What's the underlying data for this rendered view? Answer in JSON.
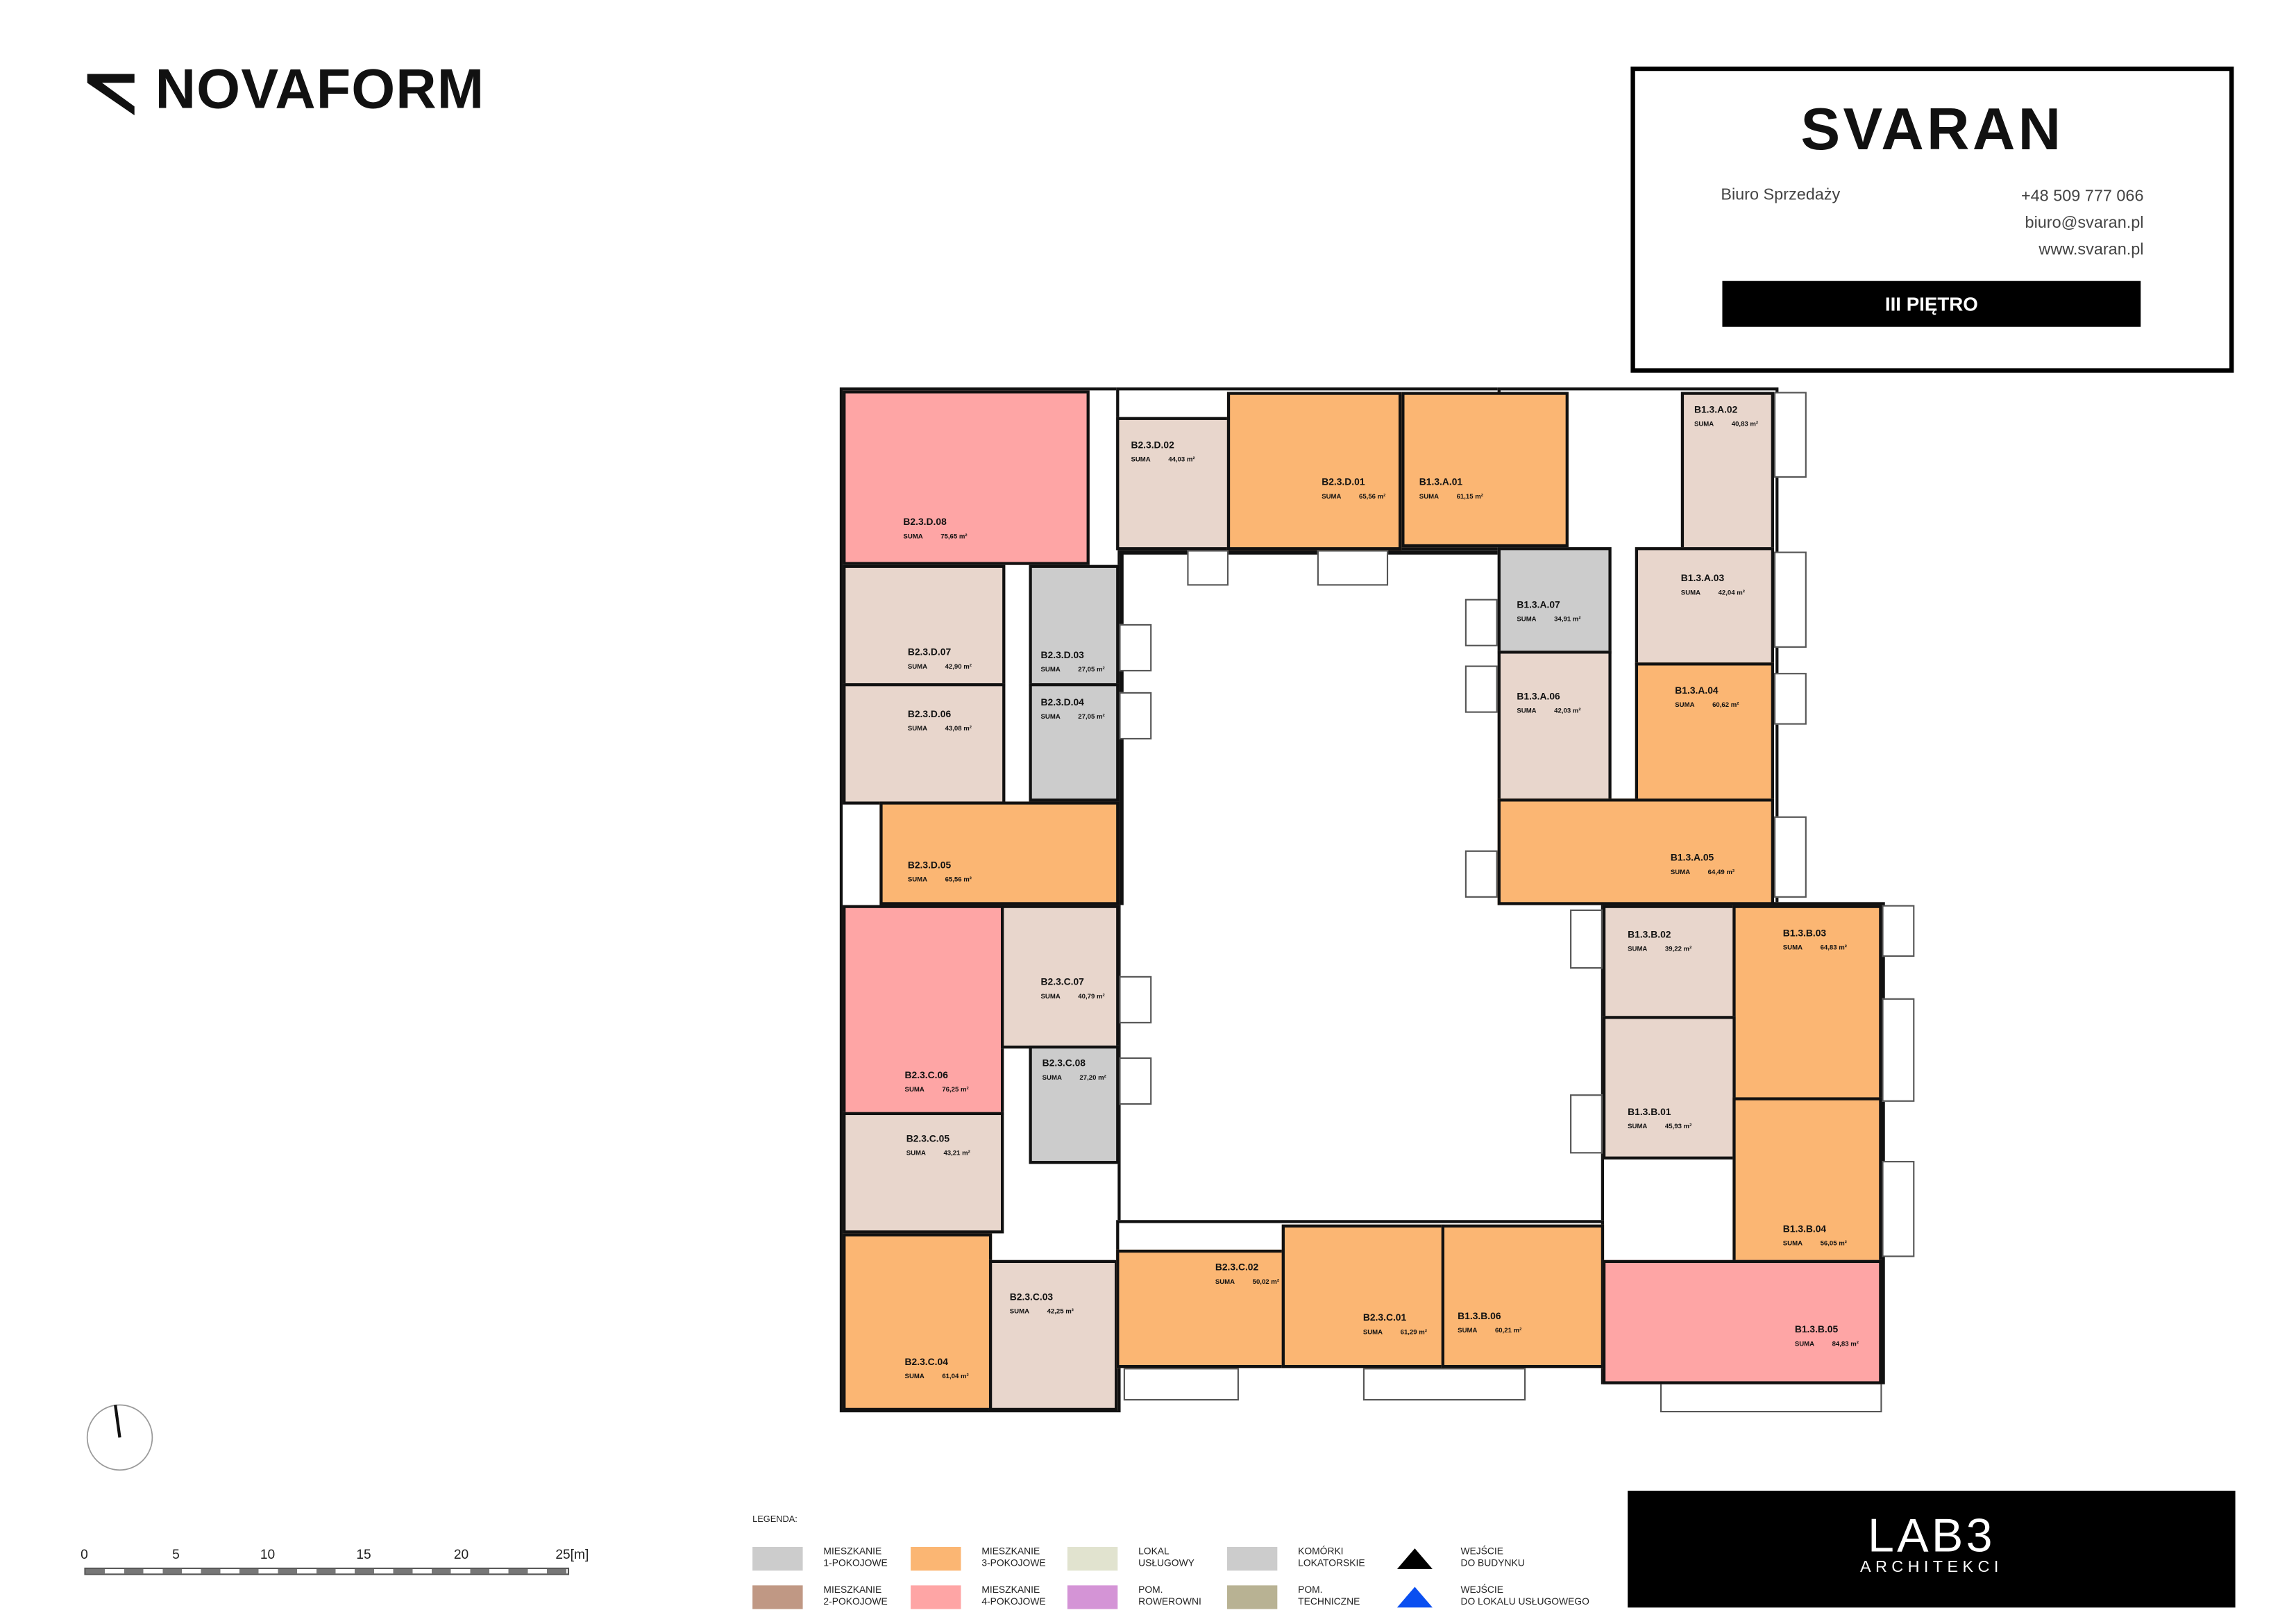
{
  "brand": {
    "developer": "NOVAFORM",
    "project": "SVARAN",
    "architect_main": "LAB3",
    "architect_sub": "ARCHITEKCI"
  },
  "contact": {
    "office": "Biuro Sprzedaży",
    "phone": "+48 509 777 066",
    "email": "biuro@svaran.pl",
    "website": "www.svaran.pl"
  },
  "floor_label": "III PIĘTRO",
  "sum_label": "SUMA",
  "apartments": [
    {
      "id": "B2.3.D.08",
      "area": "75,65 m²",
      "type": "4-pokojowe"
    },
    {
      "id": "B2.3.D.02",
      "area": "44,03 m²",
      "type": "2-pokojowe"
    },
    {
      "id": "B2.3.D.01",
      "area": "65,56 m²",
      "type": "3-pokojowe"
    },
    {
      "id": "B1.3.A.01",
      "area": "61,15 m²",
      "type": "3-pokojowe"
    },
    {
      "id": "B1.3.A.02",
      "area": "40,83 m²",
      "type": "2-pokojowe"
    },
    {
      "id": "B2.3.D.07",
      "area": "42,90 m²",
      "type": "2-pokojowe"
    },
    {
      "id": "B2.3.D.06",
      "area": "43,08 m²",
      "type": "2-pokojowe"
    },
    {
      "id": "B2.3.D.03",
      "area": "27,05 m²",
      "type": "1-pokojowe"
    },
    {
      "id": "B2.3.D.04",
      "area": "27,05 m²",
      "type": "1-pokojowe"
    },
    {
      "id": "B1.3.A.07",
      "area": "34,91 m²",
      "type": "1-pokojowe"
    },
    {
      "id": "B1.3.A.03",
      "area": "42,04 m²",
      "type": "2-pokojowe"
    },
    {
      "id": "B1.3.A.06",
      "area": "42,03 m²",
      "type": "2-pokojowe"
    },
    {
      "id": "B1.3.A.04",
      "area": "60,62 m²",
      "type": "3-pokojowe"
    },
    {
      "id": "B2.3.D.05",
      "area": "65,56 m²",
      "type": "3-pokojowe"
    },
    {
      "id": "B1.3.A.05",
      "area": "64,49 m²",
      "type": "3-pokojowe"
    },
    {
      "id": "B2.3.C.06",
      "area": "76,25 m²",
      "type": "4-pokojowe"
    },
    {
      "id": "B2.3.C.07",
      "area": "40,79 m²",
      "type": "2-pokojowe"
    },
    {
      "id": "B2.3.C.08",
      "area": "27,20 m²",
      "type": "1-pokojowe"
    },
    {
      "id": "B2.3.C.05",
      "area": "43,21 m²",
      "type": "2-pokojowe"
    },
    {
      "id": "B1.3.B.02",
      "area": "39,22 m²",
      "type": "2-pokojowe"
    },
    {
      "id": "B1.3.B.03",
      "area": "64,83 m²",
      "type": "3-pokojowe"
    },
    {
      "id": "B1.3.B.01",
      "area": "45,93 m²",
      "type": "2-pokojowe"
    },
    {
      "id": "B1.3.B.04",
      "area": "56,05 m²",
      "type": "3-pokojowe"
    },
    {
      "id": "B2.3.C.04",
      "area": "61,04 m²",
      "type": "3-pokojowe"
    },
    {
      "id": "B2.3.C.03",
      "area": "42,25 m²",
      "type": "2-pokojowe"
    },
    {
      "id": "B2.3.C.02",
      "area": "50,02 m²",
      "type": "3-pokojowe"
    },
    {
      "id": "B2.3.C.01",
      "area": "61,29 m²",
      "type": "3-pokojowe"
    },
    {
      "id": "B1.3.B.06",
      "area": "60,21 m²",
      "type": "3-pokojowe"
    },
    {
      "id": "B1.3.B.05",
      "area": "84,83 m²",
      "type": "4-pokojowe"
    }
  ],
  "legend": {
    "title": "LEGENDA:",
    "items": [
      {
        "line1": "MIESZKANIE",
        "line2": "1-POKOJOWE",
        "color": "#cccccc"
      },
      {
        "line1": "MIESZKANIE",
        "line2": "2-POKOJOWE",
        "color": "#c09884"
      },
      {
        "line1": "MIESZKANIE",
        "line2": "3-POKOJOWE",
        "color": "#fbb673"
      },
      {
        "line1": "MIESZKANIE",
        "line2": "4-POKOJOWE",
        "color": "#fea5a5"
      },
      {
        "line1": "LOKAL",
        "line2": "USŁUGOWY",
        "color": "#e1e3cf"
      },
      {
        "line1": "POM.",
        "line2": "ROWEROWNI",
        "color": "#d494d6"
      },
      {
        "line1": "KOMÓRKI",
        "line2": "LOKATORSKIE",
        "color": "#cccccc"
      },
      {
        "line1": "POM.",
        "line2": "TECHNICZNE",
        "color": "#b8b293"
      },
      {
        "line1": "WEJŚCIE",
        "line2": "DO BUDYNKU",
        "color": "#000000"
      },
      {
        "line1": "WEJŚCIE",
        "line2": "DO LOKALU USŁUGOWEGO",
        "color": "#0a4ff0"
      }
    ]
  },
  "scale_bar": {
    "ticks": [
      "0",
      "5",
      "10",
      "15",
      "20",
      "25[m]"
    ]
  }
}
